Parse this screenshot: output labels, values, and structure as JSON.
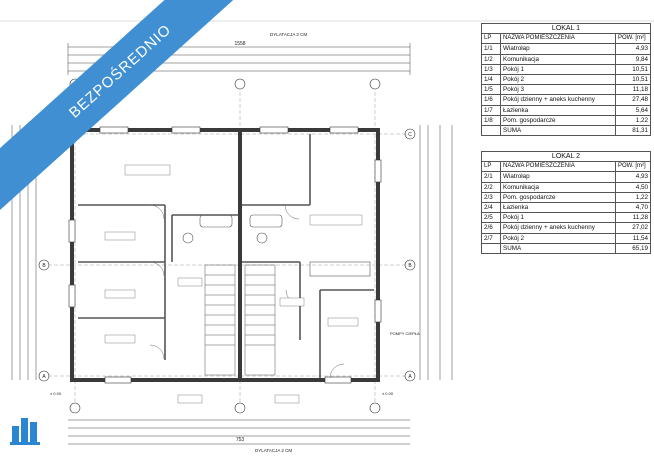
{
  "banner": {
    "text": "BEZPOŚREDNIO"
  },
  "plan": {
    "top_note": "DYLATACJA 2 CM",
    "bottom_note": "DYLATACJA 2 CM",
    "overall_dim": "1558",
    "bottom_dim": "753",
    "pump_note": "POMPY CIEPŁA",
    "axis_labels": [
      "A",
      "B",
      "C"
    ],
    "level_marks": [
      "± 0.00",
      "± 0.00"
    ]
  },
  "lokal1": {
    "caption": "LOKAL 1",
    "headers": {
      "lp": "LP",
      "name": "NAZWA POMIESZCZENIA",
      "pow": "POW. [m²]"
    },
    "rows": [
      {
        "lp": "1/1",
        "name": "Wiatrołap",
        "pow": "4,93"
      },
      {
        "lp": "1/2",
        "name": "Komunikacja",
        "pow": "9,84"
      },
      {
        "lp": "1/3",
        "name": "Pokój 1",
        "pow": "10,51"
      },
      {
        "lp": "1/4",
        "name": "Pokój 2",
        "pow": "10,51"
      },
      {
        "lp": "1/5",
        "name": "Pokój 3",
        "pow": "11,18"
      },
      {
        "lp": "1/6",
        "name": "Pokój dzienny + aneks kuchenny",
        "pow": "27,48"
      },
      {
        "lp": "1/7",
        "name": "Łazienka",
        "pow": "5,64"
      },
      {
        "lp": "1/8",
        "name": "Pom. gospodarcze",
        "pow": "1,22"
      }
    ],
    "sum_label": "SUMA",
    "sum_value": "81,31"
  },
  "lokal2": {
    "caption": "LOKAL 2",
    "headers": {
      "lp": "LP",
      "name": "NAZWA POMIESZCZENIA",
      "pow": "POW. [m²]"
    },
    "rows": [
      {
        "lp": "2/1",
        "name": "Wiatrołap",
        "pow": "4,93"
      },
      {
        "lp": "2/2",
        "name": "Komunikacja",
        "pow": "4,50"
      },
      {
        "lp": "2/3",
        "name": "Pom. gospodarcze",
        "pow": "1,22"
      },
      {
        "lp": "2/4",
        "name": "Łazienka",
        "pow": "4,70"
      },
      {
        "lp": "2/5",
        "name": "Pokój 1",
        "pow": "11,28"
      },
      {
        "lp": "2/6",
        "name": "Pokój dzienny + aneks kuchenny",
        "pow": "27,02"
      },
      {
        "lp": "2/7",
        "name": "Pokój 2",
        "pow": "11,54"
      }
    ],
    "sum_label": "SUMA",
    "sum_value": "65,19"
  },
  "colors": {
    "banner": "#3f8fd2",
    "wall": "#3a3a3a",
    "logo": "#2a86d0"
  }
}
